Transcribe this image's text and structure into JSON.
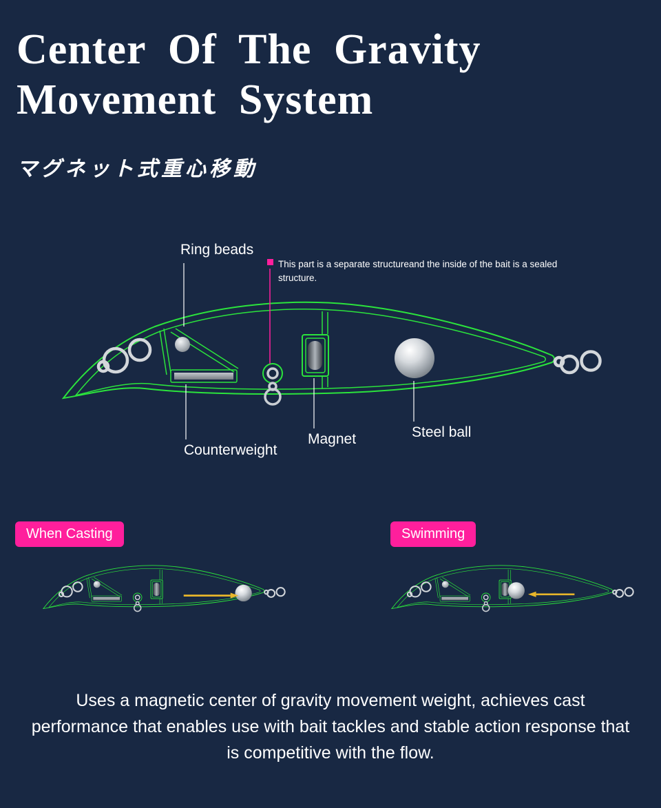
{
  "colors": {
    "background": "#182843",
    "outline_green": "#2be43c",
    "accent_pink": "#ff1f9c",
    "arrow_yellow": "#e8b62a"
  },
  "header": {
    "title_line1": "Center Of The Gravity",
    "title_line2": "Movement System",
    "subtitle_jp": "マグネット式重心移動"
  },
  "diagram": {
    "labels": {
      "ring_beads": "Ring beads",
      "counterweight": "Counterweight",
      "magnet": "Magnet",
      "steel_ball": "Steel ball"
    },
    "note": {
      "text": "This part is a separate structureand the inside of the bait is a sealed structure."
    }
  },
  "modes": {
    "casting": {
      "label": "When Casting"
    },
    "swimming": {
      "label": "Swimming"
    }
  },
  "footer": {
    "description": "Uses a magnetic center of gravity movement weight, achieves cast performance that enables use with bait tackles and stable action response that is competitive with the flow."
  }
}
